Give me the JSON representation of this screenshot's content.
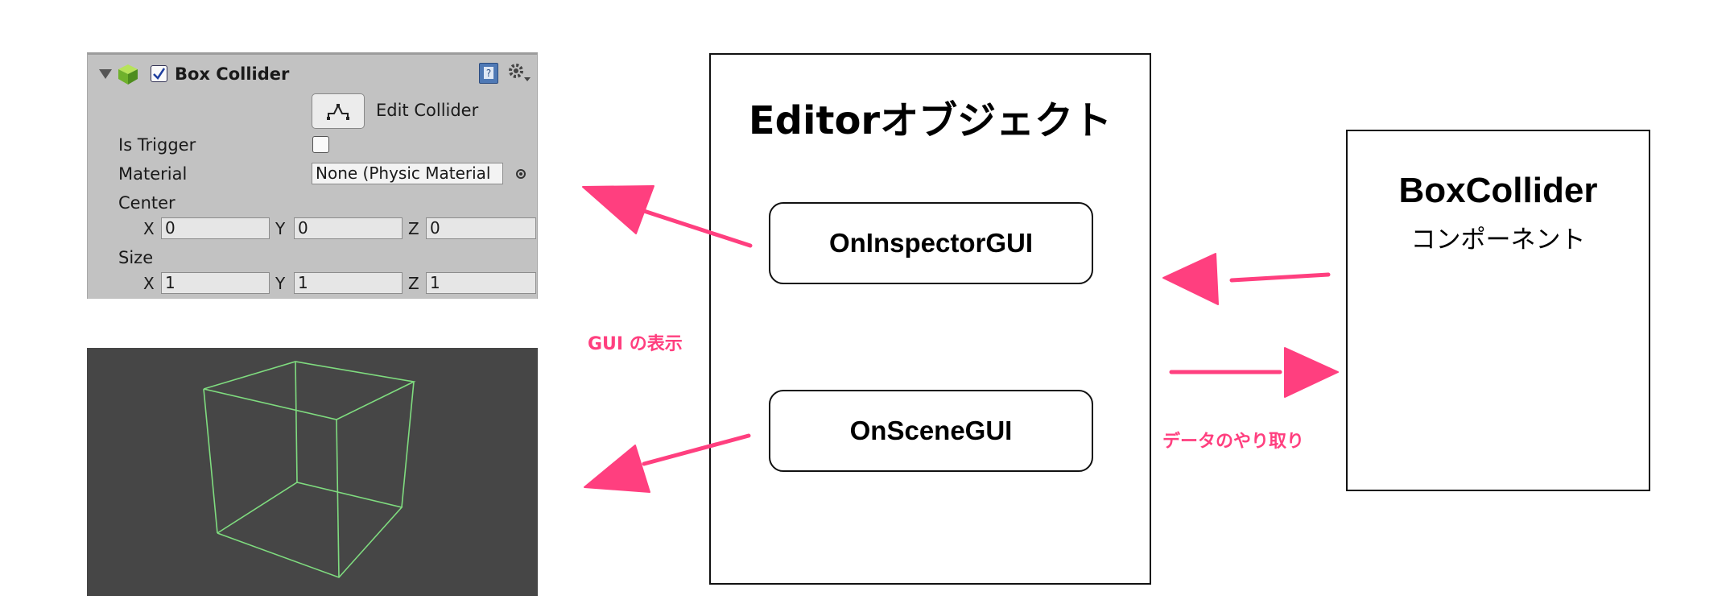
{
  "inspector": {
    "component_title": "Box Collider",
    "edit_collider_label": "Edit Collider",
    "is_trigger_label": "Is Trigger",
    "material_label": "Material",
    "material_value": "None (Physic Material",
    "center_label": "Center",
    "size_label": "Size",
    "axis_x": "X",
    "axis_y": "Y",
    "axis_z": "Z",
    "center": {
      "x": "0",
      "y": "0",
      "z": "0"
    },
    "size": {
      "x": "1",
      "y": "1",
      "z": "1"
    },
    "is_trigger_checked": false,
    "component_enabled": true
  },
  "editor_object": {
    "title": "Editorオブジェクト",
    "on_inspector_gui": "OnInspectorGUI",
    "on_scene_gui": "OnSceneGUI"
  },
  "box_collider_component": {
    "title": "BoxCollider",
    "subtitle": "コンポーネント"
  },
  "annotations": {
    "gui_display": "GUI の表示",
    "data_exchange": "データのやり取り"
  },
  "colors": {
    "arrow": "#ff3f7f",
    "wireframe": "#7fdc7f",
    "inspector_bg": "#c2c2c2",
    "scene_bg": "#464646"
  }
}
